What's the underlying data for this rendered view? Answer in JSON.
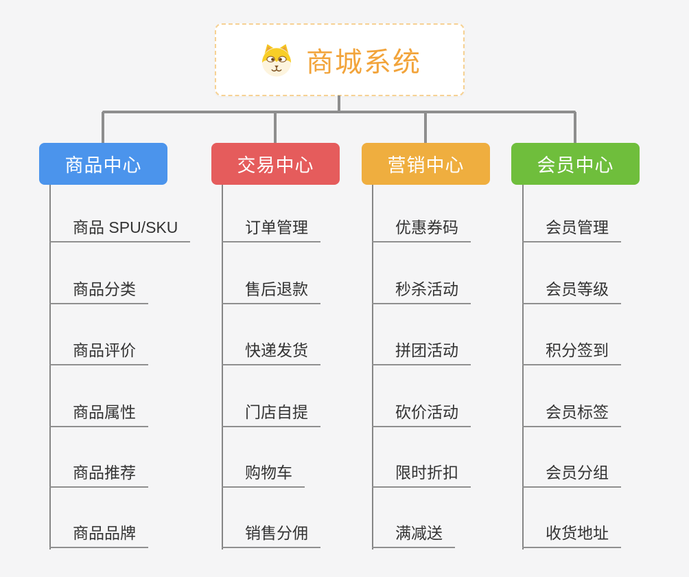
{
  "root": {
    "title": "商城系统",
    "icon": "dog-face-icon"
  },
  "branches": [
    {
      "label": "商品中心",
      "color": "#4b94ec",
      "items": [
        "商品 SPU/SKU",
        "商品分类",
        "商品评价",
        "商品属性",
        "商品推荐",
        "商品品牌"
      ]
    },
    {
      "label": "交易中心",
      "color": "#e55c5c",
      "items": [
        "订单管理",
        "售后退款",
        "快递发货",
        "门店自提",
        "购物车",
        "销售分佣"
      ]
    },
    {
      "label": "营销中心",
      "color": "#efae3f",
      "items": [
        "优惠券码",
        "秒杀活动",
        "拼团活动",
        "砍价活动",
        "限时折扣",
        "满减送"
      ]
    },
    {
      "label": "会员中心",
      "color": "#6fbe3c",
      "items": [
        "会员管理",
        "会员等级",
        "积分签到",
        "会员标签",
        "会员分组",
        "收货地址"
      ]
    }
  ],
  "colors": {
    "background": "#f5f5f6",
    "root_title": "#f2a43b",
    "root_border": "#f6d193",
    "connector": "#8e8e8e",
    "leaf_text": "#333333",
    "leaf_underline": "#8f8f8f"
  }
}
